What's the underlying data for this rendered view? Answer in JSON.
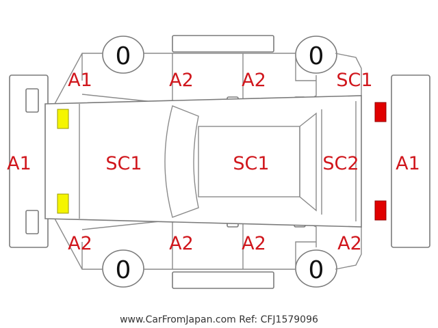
{
  "colors": {
    "label": "#d0161c",
    "outline": "#7a7a7a",
    "front_lamp": "#f5f500",
    "rear_lamp": "#e00000"
  },
  "tires": {
    "front_left": "0",
    "rear_left": "0",
    "front_right": "0",
    "rear_right": "0"
  },
  "damage": {
    "front_bumper": "A1",
    "front_left_fender": "A1",
    "left_front_door": "A2",
    "left_rear_door": "A2",
    "rear_left_quarter": "SC1",
    "hood": "SC1",
    "roof": "SC1",
    "trunk": "SC2",
    "rear_bumper": "A1",
    "front_right_fender": "A2",
    "right_front_door": "A2",
    "right_rear_door": "A2",
    "rear_right_quarter": "A2"
  },
  "footer": "www.CarFromJapan.com Ref: CFJ1579096"
}
